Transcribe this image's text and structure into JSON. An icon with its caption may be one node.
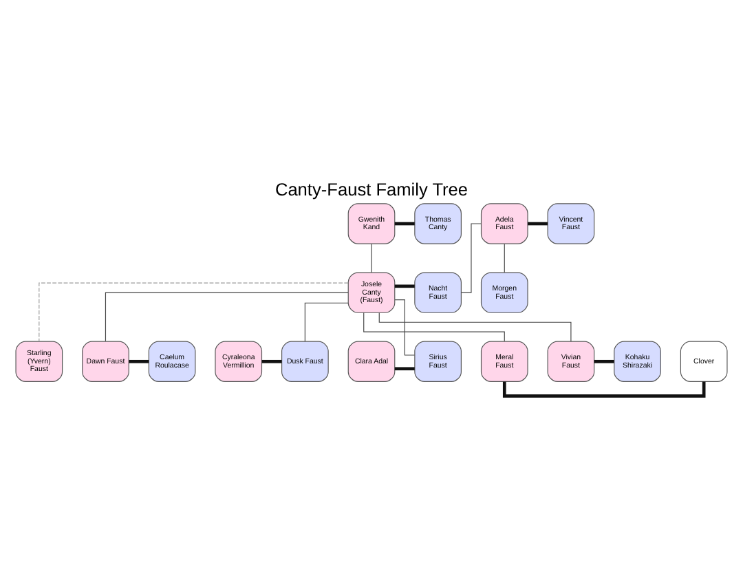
{
  "diagram": {
    "title": "Canty-Faust Family Tree",
    "nodes": [
      {
        "text": [
          "Gwenith Kand"
        ]
      },
      {
        "text": [
          "Thomas Canty"
        ]
      },
      {
        "text": [
          "Adela Faust"
        ]
      },
      {
        "text": [
          "Vincent Faust"
        ]
      },
      {
        "text": [
          "Josele Canty (Faust)"
        ]
      },
      {
        "text": [
          "Nacht Faust"
        ]
      },
      {
        "text": [
          "Morgen Faust"
        ]
      },
      {
        "text": [
          "Starling (Yvern) Faust"
        ]
      },
      {
        "text": [
          "Dawn Faust"
        ]
      },
      {
        "text": [
          "Caelum Roulacase"
        ]
      },
      {
        "text": [
          "Cyraleona Vermillion"
        ]
      },
      {
        "text": [
          "Dusk Faust"
        ]
      },
      {
        "text": [
          "Clara Adal"
        ]
      },
      {
        "text": [
          "Sirius Faust"
        ]
      },
      {
        "text": [
          "Meral Faust"
        ]
      },
      {
        "text": [
          "Clover"
        ]
      },
      {
        "text": [
          "Vivian Faust"
        ]
      },
      {
        "text": [
          "Kohaku Shirazaki"
        ]
      }
    ],
    "edges": [
      {
        "from": 0,
        "to": 1,
        "arrow": "none",
        "style": "thick"
      },
      {
        "from": 2,
        "to": 3,
        "arrow": "none",
        "style": "thick"
      },
      {
        "from": 0,
        "to": 4,
        "arrow": "none"
      },
      {
        "from": 2,
        "to": 5,
        "arrow": "none"
      },
      {
        "from": 2,
        "to": 6,
        "arrow": "none"
      },
      {
        "from": 4,
        "to": 5,
        "arrow": "none",
        "style": "thick"
      },
      {
        "from": 4,
        "to": 7,
        "arrow": "none",
        "style": "dashed",
        "color": "#999999"
      },
      {
        "from": 4,
        "to": 8,
        "arrow": "none"
      },
      {
        "from": 4,
        "to": 11,
        "arrow": "none"
      },
      {
        "from": 4,
        "to": 13,
        "arrow": "none"
      },
      {
        "from": 4,
        "to": 14,
        "arrow": "none"
      },
      {
        "from": 4,
        "to": 16,
        "arrow": "none"
      },
      {
        "from": 8,
        "to": 9,
        "arrow": "none",
        "style": "thick"
      },
      {
        "from": 10,
        "to": 11,
        "arrow": "none",
        "style": "thick"
      },
      {
        "from": 12,
        "to": 13,
        "arrow": "none",
        "style": "thick"
      },
      {
        "from": 14,
        "to": 15,
        "arrow": "none",
        "style": "thick"
      },
      {
        "from": 16,
        "to": 17,
        "arrow": "none",
        "style": "thick"
      }
    ]
  }
}
